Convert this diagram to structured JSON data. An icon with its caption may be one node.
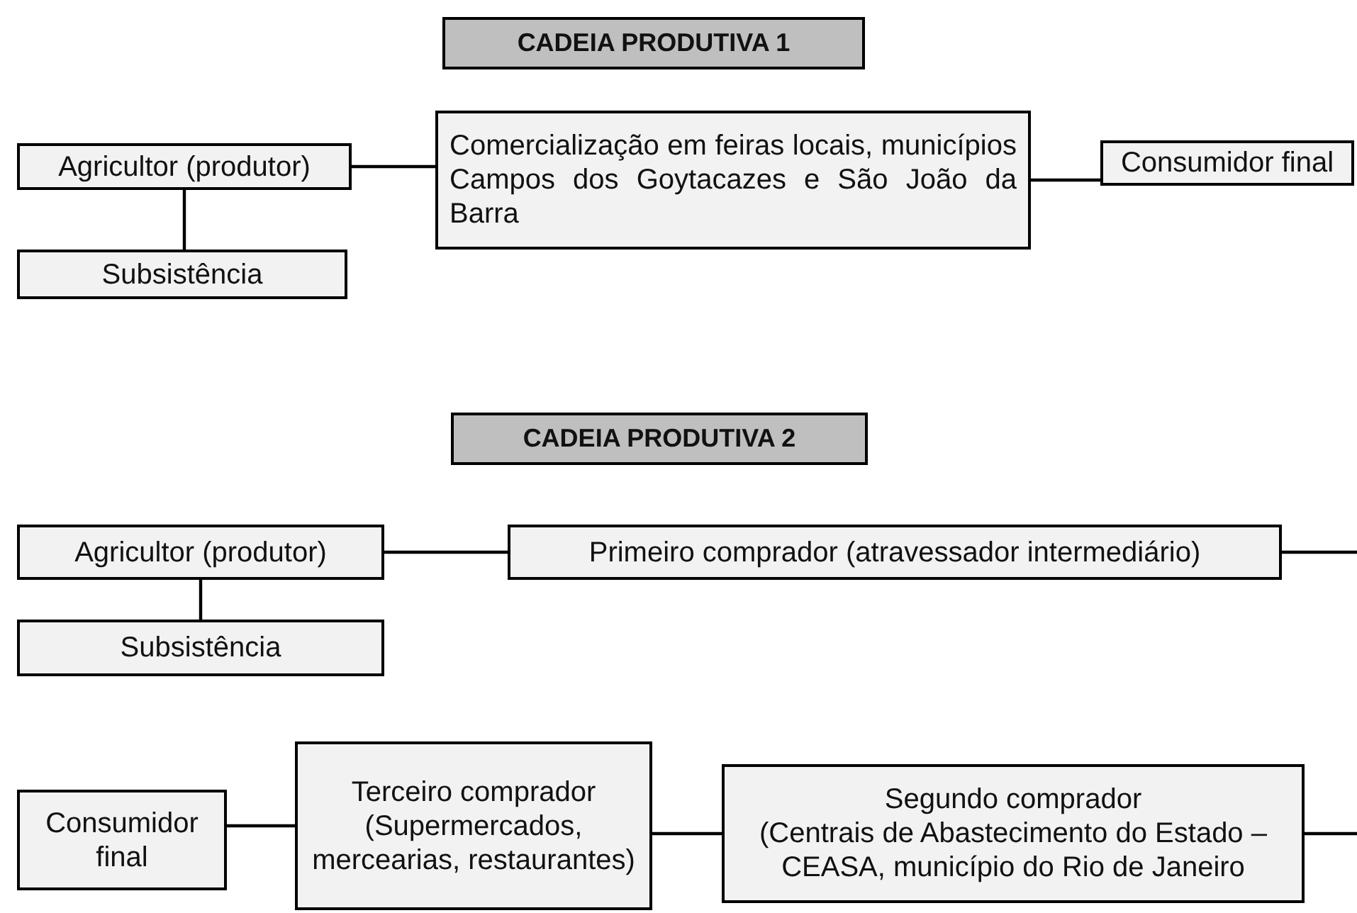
{
  "diagram": {
    "nodes": [
      {
        "text": [
          "CADEIA PRODUTIVA 1"
        ]
      },
      {
        "text": [
          "Agricultor (produtor)"
        ]
      },
      {
        "text": [
          "Comercialização em feiras locais, municípios Campos dos Goytacazes e São João da Barra"
        ]
      },
      {
        "text": [
          "Consumidor final"
        ]
      },
      {
        "text": [
          "Subsistência"
        ]
      },
      {
        "text": [
          "CADEIA PRODUTIVA 2"
        ]
      },
      {
        "text": [
          "Agricultor (produtor)"
        ]
      },
      {
        "text": [
          "Primeiro comprador (atravessador intermediário)"
        ]
      },
      {
        "text": [
          "Subsistência"
        ]
      },
      {
        "text": [
          "Consumidor final"
        ]
      },
      {
        "text": [
          "Terceiro comprador (Supermercados, mercearias, restaurantes)"
        ]
      },
      {
        "text": [
          "Segundo comprador",
          "(Centrais de Abastecimento do Estado – CEASA, município do Rio de Janeiro"
        ]
      }
    ],
    "edges": [
      {
        "from": 1,
        "to": 2,
        "arrow": "none"
      },
      {
        "from": 2,
        "to": 3,
        "arrow": "none"
      },
      {
        "from": 1,
        "to": 4,
        "arrow": "none"
      },
      {
        "from": 6,
        "to": 7,
        "arrow": "none"
      },
      {
        "from": 6,
        "to": 8,
        "arrow": "none"
      },
      {
        "from": 7,
        "to": null,
        "arrow": "none"
      },
      {
        "from": null,
        "to": 11,
        "arrow": "none"
      },
      {
        "from": 11,
        "to": 10,
        "arrow": "none"
      },
      {
        "from": 10,
        "to": 9,
        "arrow": "none"
      }
    ]
  }
}
